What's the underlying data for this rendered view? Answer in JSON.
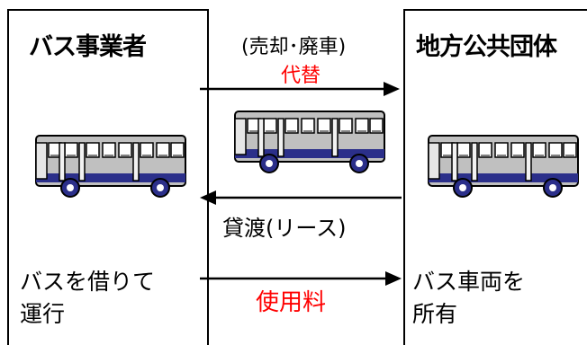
{
  "left_entity": {
    "title": "バス事業者",
    "description_line1": "バスを借りて",
    "description_line2": "運行"
  },
  "right_entity": {
    "title": "地方公共団体",
    "description_line1": "バス車両を",
    "description_line2": "所有"
  },
  "flows": {
    "top_note": "(売却･廃車)",
    "replacement": "代替",
    "lease": "貸渡(リース)",
    "fee": "使用料"
  },
  "colors": {
    "bus_body": "#c0c0c0",
    "bus_stripe": "#2b2f8a",
    "highlight_text": "#ff0000"
  }
}
